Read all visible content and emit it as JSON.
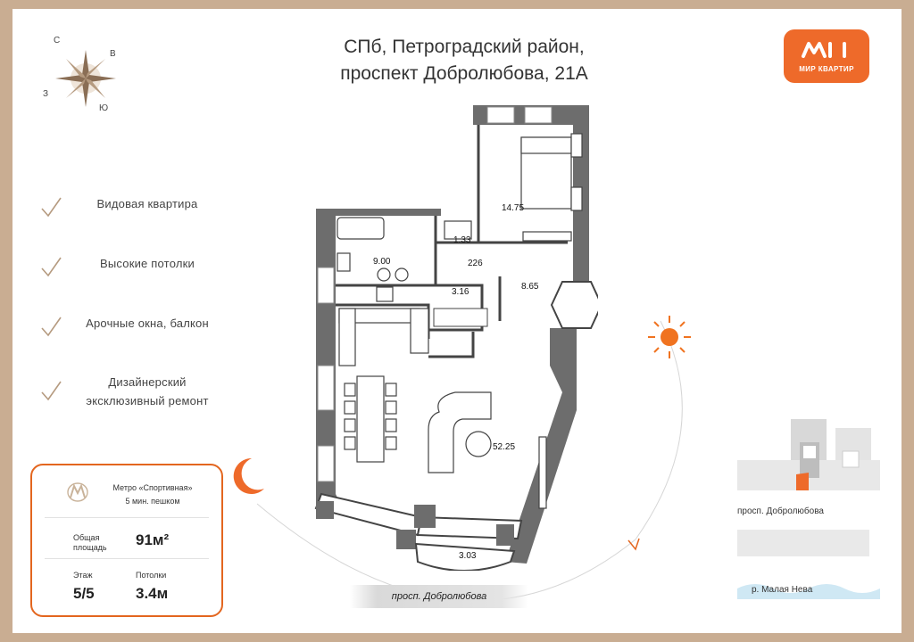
{
  "title": {
    "line1": "СПб, Петроградский район,",
    "line2": "проспект Добролюбова, 21А"
  },
  "compass": {
    "n": "С",
    "e": "В",
    "w": "З",
    "s": "Ю"
  },
  "logo": {
    "text": "МИР КВАРТИР",
    "icon": "mk-logo-icon",
    "color": "#ee6a2a"
  },
  "features": [
    {
      "label": "Видовая квартира"
    },
    {
      "label": "Высокие потолки"
    },
    {
      "label": "Арочные окна, балкон"
    },
    {
      "label": "Дизайнерский эксклюзивный ремонт"
    }
  ],
  "card": {
    "metro_line1": "Метро «Спортивная»",
    "metro_line2": "5 мин. пешком",
    "area_label_1": "Общая",
    "area_label_2": "площадь",
    "area_value": "91м²",
    "floor_label": "Этаж",
    "floor_value": "5/5",
    "ceiling_label": "Потолки",
    "ceiling_value": "3.4м",
    "accent": "#e3661f"
  },
  "rooms": {
    "bedroom": "14.75",
    "bath_small": "1.33",
    "bathroom": "9.00",
    "hall": "226",
    "closet": "3.16",
    "corridor": "8.65",
    "living": "52.25",
    "balcony": "3.03"
  },
  "streets": {
    "main": "просп. Добролюбова",
    "mini": "просп. Добролюбова",
    "river": "р. Малая Нева"
  },
  "icons": [
    "compass-rose-icon",
    "sun-icon",
    "moon-icon",
    "metro-icon",
    "check-icon"
  ]
}
